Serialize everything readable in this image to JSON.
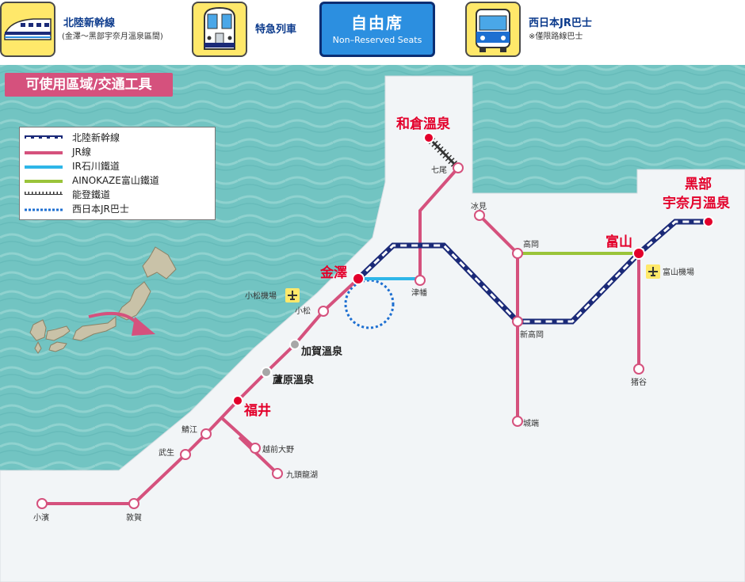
{
  "header": {
    "shinkansen": {
      "icon": "shinkansen-icon",
      "label": "北陸新幹線",
      "sub": "(金澤～黑部宇奈月溫泉區間)"
    },
    "limited_express": {
      "icon": "limited-express-train-icon",
      "label": "特急列車"
    },
    "seat": {
      "main": "自由席",
      "sub": "Non–Reserved Seats"
    },
    "bus": {
      "icon": "bus-icon",
      "label": "西日本JR巴士",
      "sub": "※僅限路線巴士"
    }
  },
  "area_title": "可使用區域/交通工具",
  "legend": [
    {
      "label": "北陸新幹線",
      "style": "shinkansen"
    },
    {
      "label": "JR線",
      "style": "jr"
    },
    {
      "label": "IR石川鐵道",
      "style": "ir"
    },
    {
      "label": "AINOKAZE富山鐵道",
      "style": "ainokaze"
    },
    {
      "label": "能登鐵道",
      "style": "noto"
    },
    {
      "label": "西日本JR巴士",
      "style": "bus"
    }
  ],
  "colors": {
    "sea": "#6ec3c1",
    "land": "#f2f5f7",
    "shinkansen": "#1b2a78",
    "jr": "#d5517d",
    "ir": "#2eb6e8",
    "ainokaze": "#9ac43a",
    "noto": "#333333",
    "bus": "#1d6fd1",
    "major_station": "#e3002b",
    "onsen_station": "#a7a7a7"
  },
  "airports": [
    {
      "name": "小松機場",
      "icon": "airplane-icon"
    },
    {
      "name": "富山機場",
      "icon": "airplane-icon"
    }
  ],
  "stations": [
    {
      "name": "和倉溫泉",
      "kind": "major"
    },
    {
      "name": "七尾",
      "kind": "minor"
    },
    {
      "name": "黑部",
      "kind": "major"
    },
    {
      "name": "宇奈月溫泉",
      "kind": "major"
    },
    {
      "name": "冰見",
      "kind": "minor"
    },
    {
      "name": "高岡",
      "kind": "minor"
    },
    {
      "name": "富山",
      "kind": "major"
    },
    {
      "name": "金澤",
      "kind": "major"
    },
    {
      "name": "津幡",
      "kind": "minor"
    },
    {
      "name": "小松",
      "kind": "minor"
    },
    {
      "name": "新高岡",
      "kind": "minor"
    },
    {
      "name": "加賀溫泉",
      "kind": "onsen"
    },
    {
      "name": "蘆原溫泉",
      "kind": "onsen"
    },
    {
      "name": "猪谷",
      "kind": "minor"
    },
    {
      "name": "福井",
      "kind": "major"
    },
    {
      "name": "鯖江",
      "kind": "minor"
    },
    {
      "name": "城端",
      "kind": "minor"
    },
    {
      "name": "越前大野",
      "kind": "minor"
    },
    {
      "name": "武生",
      "kind": "minor"
    },
    {
      "name": "九頭龍湖",
      "kind": "minor"
    },
    {
      "name": "小濱",
      "kind": "minor"
    },
    {
      "name": "敦賀",
      "kind": "minor"
    }
  ]
}
